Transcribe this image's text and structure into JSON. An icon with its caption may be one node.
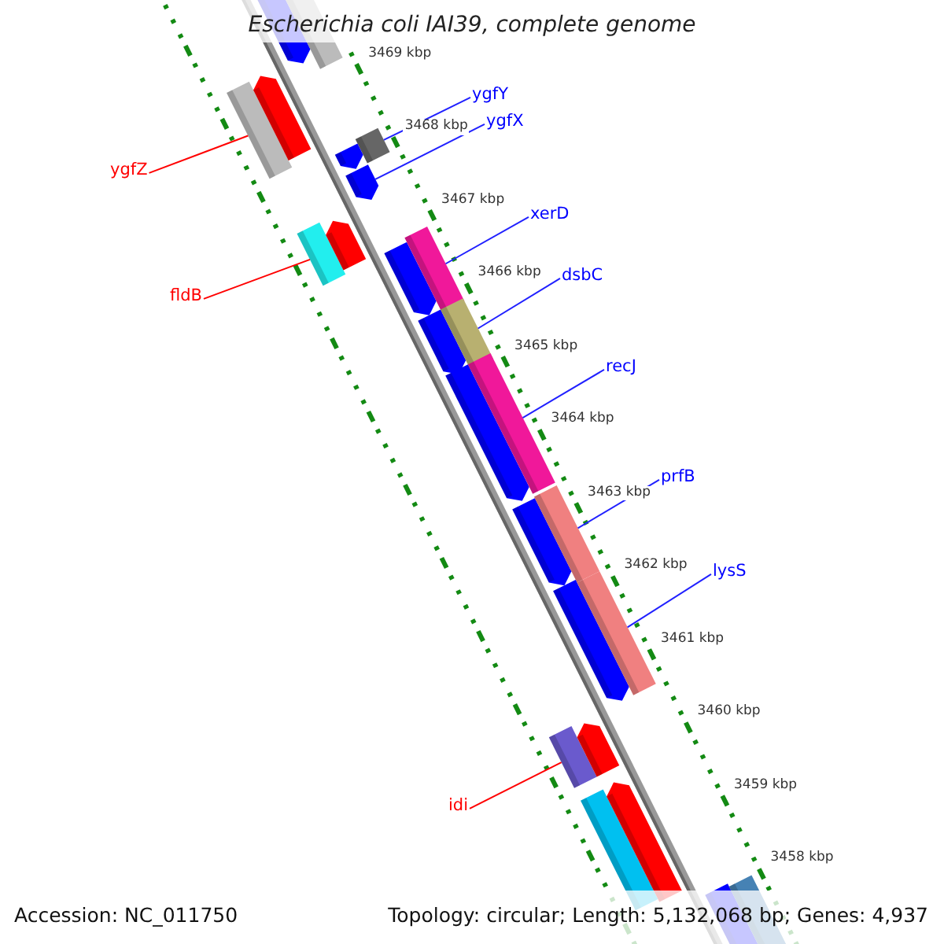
{
  "diagram": {
    "title": "Escherichia coli IAI39, complete genome",
    "nodes": [
      {
        "text": [
          "ygfY"
        ]
      },
      {
        "text": [
          "ygfX"
        ]
      },
      {
        "text": [
          "ygfZ"
        ]
      },
      {
        "text": [
          "xerD"
        ]
      },
      {
        "text": [
          "fldB"
        ]
      },
      {
        "text": [
          "dsbC"
        ]
      },
      {
        "text": [
          "recJ"
        ]
      },
      {
        "text": [
          "prfB"
        ]
      },
      {
        "text": [
          "lysS"
        ]
      },
      {
        "text": [
          "idi"
        ]
      },
      {
        "text": [],
        "shape": "arrow"
      },
      {
        "text": [],
        "shape": "bar"
      },
      {
        "text": [],
        "shape": "bar"
      },
      {
        "text": [],
        "shape": "arrow"
      },
      {
        "text": [],
        "shape": "bar"
      },
      {
        "text": [],
        "shape": "arrow"
      },
      {
        "text": [],
        "shape": "arrow"
      },
      {
        "text": [],
        "shape": "bar"
      },
      {
        "text": [],
        "shape": "arrow"
      },
      {
        "text": [],
        "shape": "arrow"
      },
      {
        "text": [],
        "shape": "bar"
      },
      {
        "text": [],
        "shape": "arrow"
      },
      {
        "text": [],
        "shape": "bar"
      },
      {
        "text": [],
        "shape": "arrow"
      },
      {
        "text": [],
        "shape": "bar"
      },
      {
        "text": [],
        "shape": "arrow"
      },
      {
        "text": [],
        "shape": "bar"
      },
      {
        "text": [],
        "shape": "arrow"
      },
      {
        "text": [],
        "shape": "bar"
      },
      {
        "text": [],
        "shape": "bar"
      },
      {
        "text": [],
        "shape": "arrow"
      },
      {
        "text": [],
        "shape": "bar"
      },
      {
        "text": [],
        "shape": "arrow"
      },
      {
        "text": [],
        "shape": "arrow"
      },
      {
        "text": [],
        "shape": "bar"
      }
    ],
    "edges": [
      {
        "from": 0,
        "to": 14,
        "arrow": "none"
      },
      {
        "from": 1,
        "to": 16,
        "arrow": "none"
      },
      {
        "from": 2,
        "to": 12,
        "arrow": "none",
        "color": "#ff0000"
      },
      {
        "from": 3,
        "to": 20,
        "arrow": "none"
      },
      {
        "from": 4,
        "to": 17,
        "arrow": "none",
        "color": "#ff0000"
      },
      {
        "from": 5,
        "to": 22,
        "arrow": "none"
      },
      {
        "from": 6,
        "to": 24,
        "arrow": "none"
      },
      {
        "from": 7,
        "to": 26,
        "arrow": "none"
      },
      {
        "from": 8,
        "to": 28,
        "arrow": "none"
      },
      {
        "from": 9,
        "to": 29,
        "arrow": "none",
        "color": "#ff0000"
      }
    ],
    "labels": [
      "3469 kbp",
      "3468 kbp",
      "3467 kbp",
      "3466 kbp",
      "3465 kbp",
      "3464 kbp",
      "3463 kbp",
      "3462 kbp",
      "3461 kbp",
      "3460 kbp",
      "3459 kbp",
      "3458 kbp",
      "Accession: NC_011750",
      "Topology: circular; Length: 5,132,068 bp; Genes: 4,937"
    ]
  }
}
